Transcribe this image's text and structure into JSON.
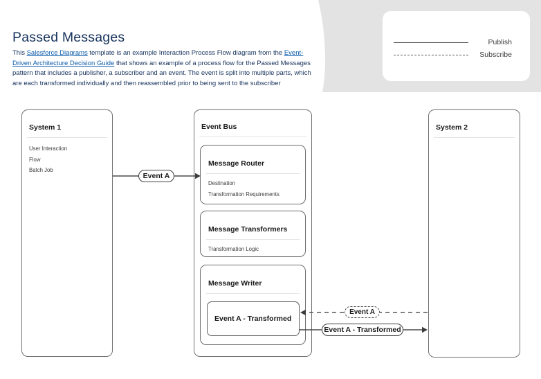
{
  "header": {
    "title": "Passed Messages",
    "intro": {
      "part1": "This ",
      "link1": "Salesforce Diagrams",
      "part2": " template is an example Interaction Process Flow diagram from the ",
      "link2": "Event-Driven Architecture Decision Guide",
      "part3": " that shows an example of a process flow for the Passed Messages pattern that includes a publisher, a subscriber and an event.  The event is split into multiple parts, which are each transformed individually and then reassembled prior to being sent to the subscriber"
    }
  },
  "legend": {
    "publish_label": "Publish",
    "subscribe_label": "Subscribe"
  },
  "diagram": {
    "system1": {
      "title": "System 1",
      "items": [
        "User Interaction",
        "Flow",
        "Batch Job"
      ]
    },
    "event_bus": {
      "title": "Event Bus",
      "message_router": {
        "title": "Message Router",
        "items": [
          "Destination",
          "Transformation Requirements"
        ]
      },
      "message_transformers": {
        "title": "Message Transformers",
        "items": [
          "Transformation Logic"
        ]
      },
      "message_writer": {
        "title": "Message Writer",
        "inner_box_label": "Event A - Transformed"
      }
    },
    "system2": {
      "title": "System 2"
    },
    "labels": {
      "event_a_publish": "Event A",
      "event_a_subscribe": "Event A",
      "event_a_transformed": "Event A - Transformed"
    }
  },
  "colors": {
    "title_text": "#16325c",
    "link": "#0b5cab",
    "band_gray": "#e3e3e3",
    "frame_border": "#707070",
    "line": "#4a4a4a"
  }
}
